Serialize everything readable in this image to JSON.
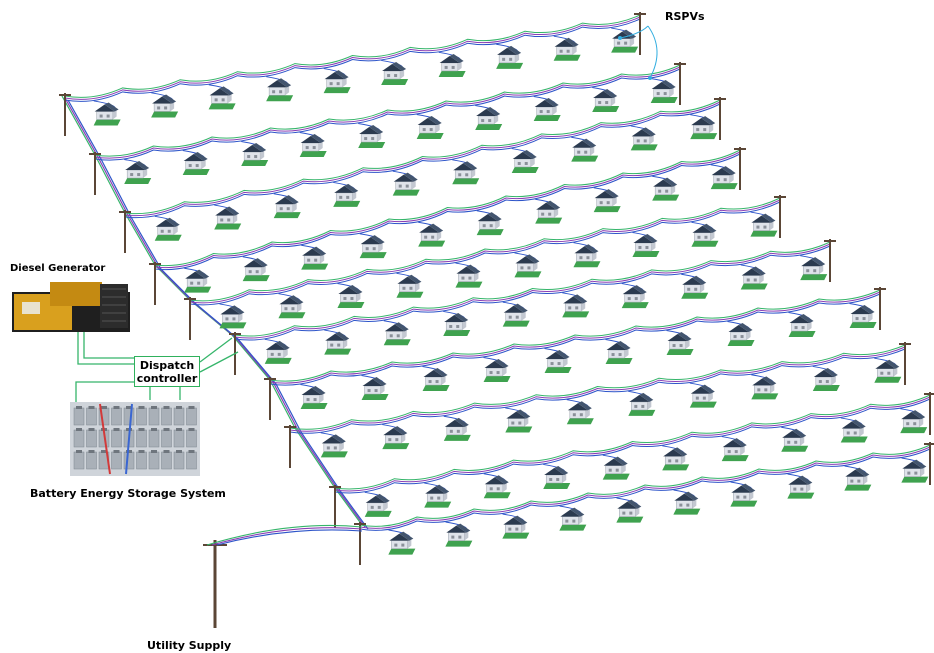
{
  "labels": {
    "rspvs": "RSPVs",
    "diesel_generator": "Diesel Generator",
    "dispatch_line1": "Dispatch",
    "dispatch_line2": "controller",
    "battery": "Battery Energy Storage System",
    "utility": "Utility Supply"
  },
  "colors": {
    "wire_green": "#35b56a",
    "wire_purple": "#8a3fb5",
    "wire_blue": "#2e55c9",
    "pole": "#5b4636",
    "house_wall": "#dfe3ea",
    "house_roof": "#2b3a4f",
    "house_base": "#3fa24f",
    "generator": "#d9a01e",
    "battery": "#a9b0b8",
    "callout": "#33aee0"
  },
  "icons": {
    "house": "house-with-solar-roof-icon",
    "pole": "utility-pole-icon",
    "generator": "diesel-generator-icon",
    "battery": "battery-rack-icon"
  }
}
